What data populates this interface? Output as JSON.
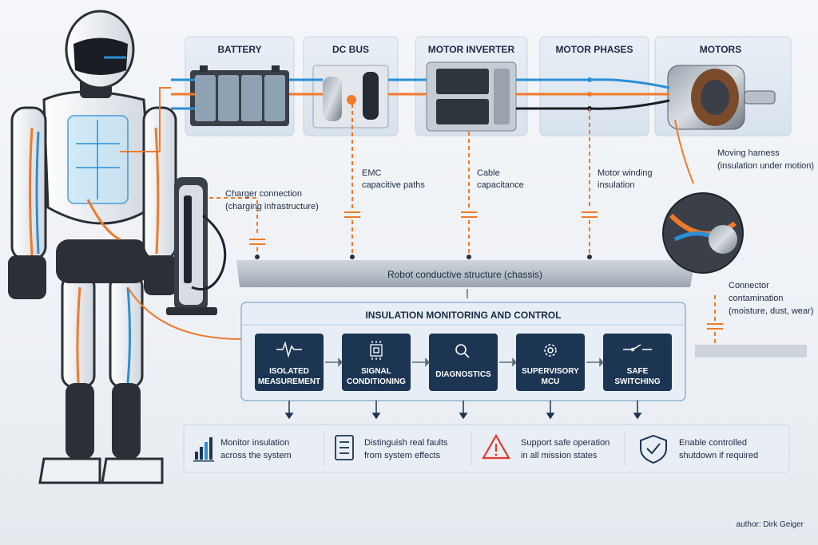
{
  "components": [
    {
      "label": "BATTERY"
    },
    {
      "label": "DC BUS"
    },
    {
      "label": "MOTOR INVERTER"
    },
    {
      "label": "MOTOR PHASES"
    },
    {
      "label": "MOTORS"
    }
  ],
  "paths": {
    "emc": [
      "EMC",
      "capacitive paths"
    ],
    "cable": [
      "Cable",
      "capacitance"
    ],
    "winding": [
      "Motor winding",
      "insulation"
    ],
    "charger": [
      "Charger connection",
      "(charging infrastructure)"
    ],
    "harness": [
      "Moving harness",
      "(insulation under motion)"
    ],
    "connector": [
      "Connector",
      "contamination",
      "(moisture, dust, wear)"
    ]
  },
  "chassis": {
    "label": "Robot conductive structure (chassis)"
  },
  "monitoring": {
    "title": "INSULATION MONITORING AND CONTROL",
    "blocks": [
      {
        "lines": [
          "ISOLATED",
          "MEASUREMENT"
        ],
        "icon": "waveform-icon"
      },
      {
        "lines": [
          "SIGNAL",
          "CONDITIONING"
        ],
        "icon": "chip-icon"
      },
      {
        "lines": [
          "DIAGNOSTICS"
        ],
        "icon": "magnifier-icon"
      },
      {
        "lines": [
          "SUPERVISORY",
          "MCU"
        ],
        "icon": "gear-icon"
      },
      {
        "lines": [
          "SAFE",
          "SWITCHING"
        ],
        "icon": "switch-icon"
      }
    ]
  },
  "benefits": [
    {
      "lines": [
        "Monitor insulation",
        "across the system"
      ],
      "icon": "bar-chart-icon"
    },
    {
      "lines": [
        "Distinguish real faults",
        "from system effects"
      ],
      "icon": "checklist-icon"
    },
    {
      "lines": [
        "Support safe operation",
        "in all mission states"
      ],
      "icon": "warning-icon"
    },
    {
      "lines": [
        "Enable controlled",
        "shutdown if required"
      ],
      "icon": "shield-check-icon"
    }
  ],
  "author": "author: Dirk Geiger",
  "colors": {
    "navy": "#1c3553",
    "orange": "#f07a2a",
    "blue": "#2b8fd6",
    "ink": "#1c2b45",
    "panel": "#dfe8f1"
  }
}
